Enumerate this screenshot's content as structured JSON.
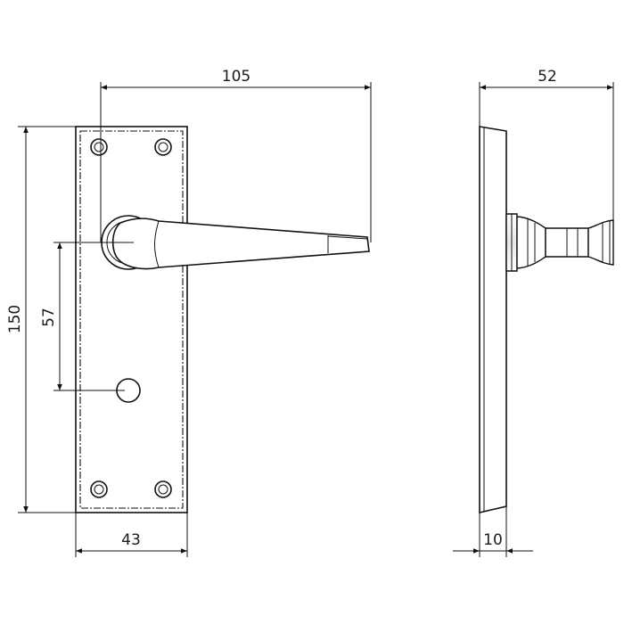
{
  "dimensions": {
    "lever_projection": "105",
    "plate_height": "150",
    "handle_to_turn_spacing": "57",
    "plate_width": "43",
    "side_projection": "52",
    "plate_thickness": "10"
  },
  "colors": {
    "line": "#111111",
    "background": "#ffffff"
  }
}
